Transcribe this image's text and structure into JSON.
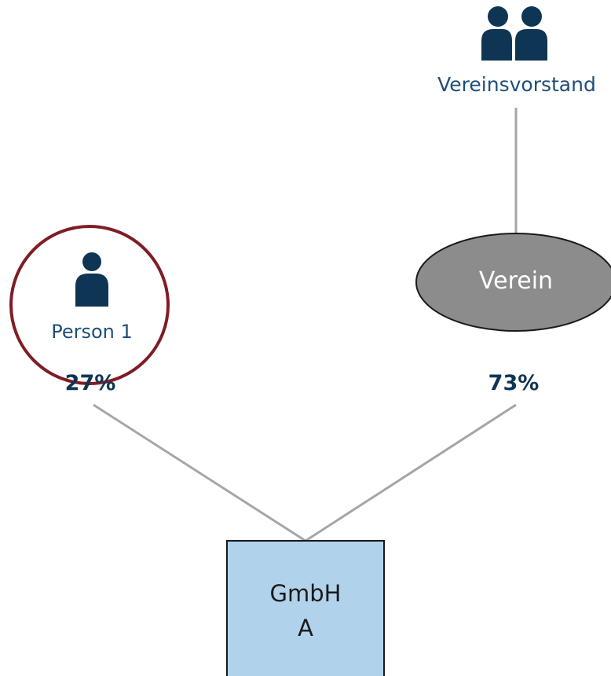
{
  "colors": {
    "icon": "#0f3554",
    "label": "#1f4e79",
    "connector": "#a6a6a6",
    "highlight_circle": "#7f1d24",
    "verein_fill": "#8c8c8c",
    "gmbh_fill": "#b0d3eb"
  },
  "nodes": {
    "group": {
      "icon": "group-icon",
      "label": "Vereinsvorstand"
    },
    "verein": {
      "label": "Verein"
    },
    "person": {
      "icon": "person-icon",
      "label": "Person 1"
    },
    "gmbh": {
      "line1": "GmbH",
      "line2": "A"
    }
  },
  "ownership": {
    "person_share": "27%",
    "verein_share": "73%"
  }
}
